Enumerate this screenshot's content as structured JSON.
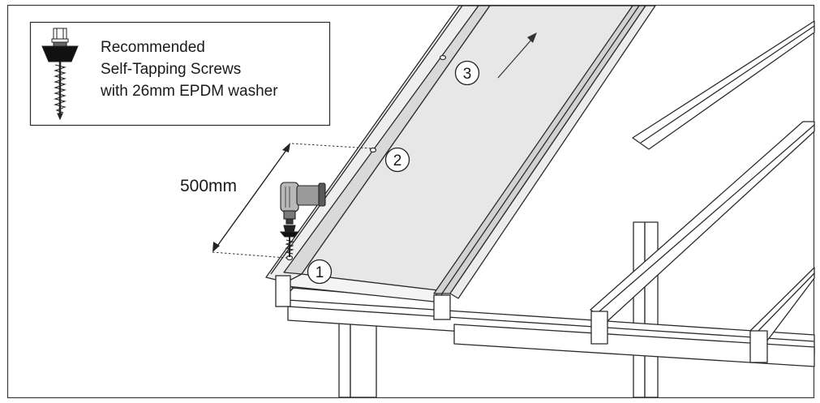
{
  "legend": {
    "line1": "Recommended",
    "line2": "Self-Tapping Screws",
    "line3": "with 26mm EPDM washer"
  },
  "dimension": {
    "label": "500mm"
  },
  "steps": [
    {
      "number": "1"
    },
    {
      "number": "2"
    },
    {
      "number": "3"
    }
  ],
  "icons": {
    "screw": "self-tapping-screw-icon",
    "drill": "power-drill-icon",
    "arrow": "direction-arrow-icon"
  }
}
